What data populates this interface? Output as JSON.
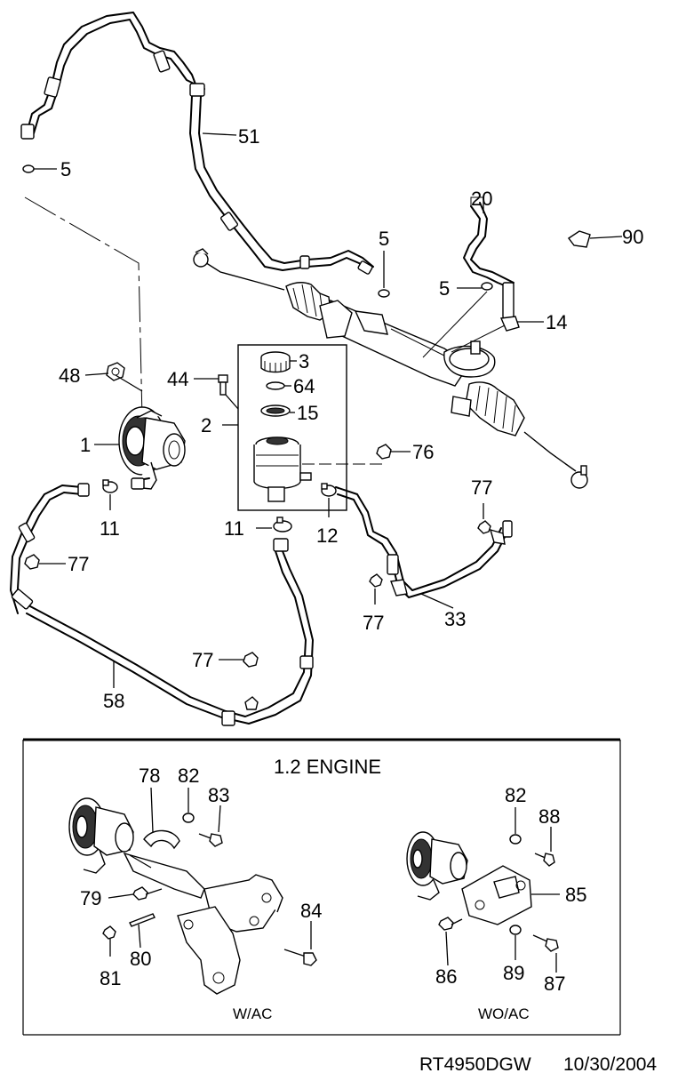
{
  "labels": {
    "p5a": "5",
    "p51": "51",
    "p20": "20",
    "p90": "90",
    "p5b": "5",
    "p5c": "5",
    "p14": "14",
    "p48": "48",
    "p3": "3",
    "p44": "44",
    "p64": "64",
    "p2": "2",
    "p15": "15",
    "p1": "1",
    "p76": "76",
    "p11a": "11",
    "p11b": "11",
    "p12": "12",
    "p77a": "77",
    "p77b": "77",
    "p77c": "77",
    "p77d": "77",
    "p33": "33",
    "p58": "58"
  },
  "inset": {
    "heading": "1.2 ENGINE",
    "labels": {
      "p78": "78",
      "p82a": "82",
      "p83": "83",
      "p79": "79",
      "p80": "80",
      "p81": "81",
      "p84": "84",
      "p82b": "82",
      "p88": "88",
      "p85": "85",
      "p86": "86",
      "p89": "89",
      "p87": "87"
    },
    "caption_left": "W/AC",
    "caption_right": "WO/AC"
  },
  "footer": {
    "code": "RT4950DGW",
    "date": "10/30/2004"
  }
}
